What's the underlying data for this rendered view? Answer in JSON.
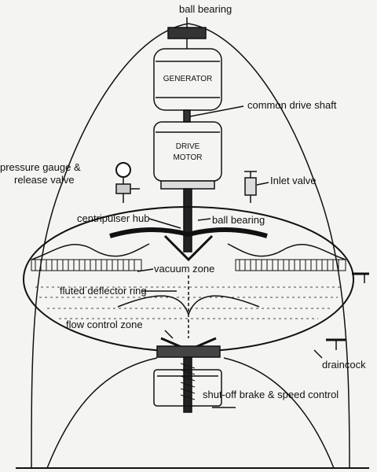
{
  "labels": {
    "ball_bearing_top": "ball bearing",
    "generator": "GENERATOR",
    "common_drive_shaft": "common drive shaft",
    "drive_motor_line1": "DRIVE",
    "drive_motor_line2": "MOTOR",
    "pressure_gauge_line1": "pressure gauge &",
    "pressure_gauge_line2": "release valve",
    "inlet_valve": "Inlet valve",
    "centripulser_hub": "centripulser hub",
    "ball_bearing_mid": "ball bearing",
    "vacuum_zone": "vacuum zone",
    "fluted_deflector_ring": "fluted deflector ring",
    "flow_control_zone": "flow control zone",
    "draincock": "draincock",
    "shutoff_brake": "shut-off brake & speed control"
  },
  "colors": {
    "ink": "#111111",
    "paper": "#f4f4f2"
  }
}
